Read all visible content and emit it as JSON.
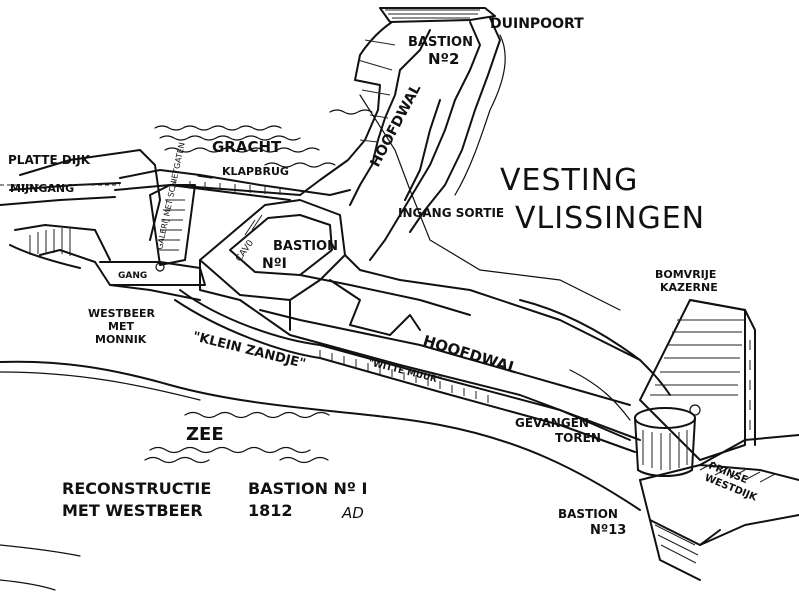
{
  "title": {
    "line1": "VESTING",
    "line2": "VLISSINGEN"
  },
  "labels": {
    "duinpoort": "DUINPOORT",
    "bastion_2_a": "BASTION",
    "bastion_2_b": "Nº2",
    "gracht": "GRACHT",
    "hoofdwal_top": "HOOFDWAL",
    "platte_dijk": "PLATTE DIJK",
    "mijngang": "MIJNGANG",
    "klapbrug": "KLAPBRUG",
    "ingang_sortie": "INGANG SORTIE",
    "galerij": "GALERIJ MET SCHIETGATEN",
    "gang": "GANG",
    "bastion_1_a": "BASTION",
    "bastion_1_b": "NºI",
    "cavalier": "CAV0",
    "westbeer_a": "WESTBEER",
    "westbeer_b": "MET",
    "westbeer_c": "MONNIK",
    "klein_zandje": "\"KLEIN ZANDJE\"",
    "witte_muur": "\"WITTE MUUR\"",
    "hoofdwal_bottom": "HOOFDWAL",
    "zee": "ZEE",
    "bomvrije_a": "BOMVRIJE",
    "bomvrije_b": "KAZERNE",
    "gevangen_a": "GEVANGEN",
    "gevangen_b": "TOREN",
    "prinse_a": "PRINSE",
    "prinse_b": "WESTDIJK",
    "bastion_13_a": "BASTION",
    "bastion_13_b": "Nº13"
  },
  "caption": {
    "line1_left": "RECONSTRUCTIE",
    "line1_right": "BASTION Nº I",
    "line2_left": "MET WESTBEER",
    "line2_mid": "1812",
    "line2_right": "AD"
  }
}
